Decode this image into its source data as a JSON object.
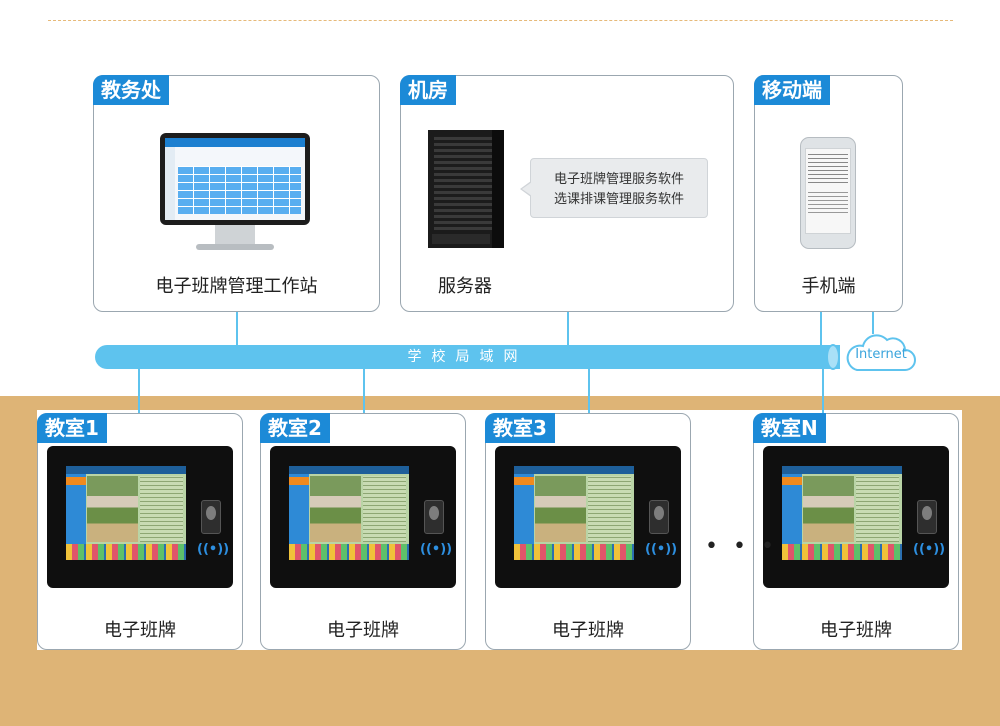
{
  "top": {
    "jiaowuchu": {
      "tag": "教务处",
      "caption": "电子班牌管理工作站"
    },
    "jifang": {
      "tag": "机房",
      "caption": "服务器",
      "bubble_lines": [
        "电子班牌管理服务软件",
        "选课排课管理服务软件"
      ]
    },
    "yidong": {
      "tag": "移动端",
      "caption": "手机端"
    }
  },
  "network": {
    "bus_label": "学校局域网",
    "cloud_label": "Internet"
  },
  "classrooms": [
    {
      "tag": "教室1",
      "caption": "电子班牌"
    },
    {
      "tag": "教室2",
      "caption": "电子班牌"
    },
    {
      "tag": "教室3",
      "caption": "电子班牌"
    },
    {
      "tag": "教室N",
      "caption": "电子班牌"
    }
  ],
  "ellipsis": "• • •",
  "colors": {
    "tag_blue": "#1c8ad7",
    "bus_blue": "#5ec3ee",
    "band_tan": "#deb476"
  },
  "icons": {
    "nfc": "nfc-icon",
    "fingerprint": "fingerprint-icon",
    "cloud": "cloud-icon"
  }
}
